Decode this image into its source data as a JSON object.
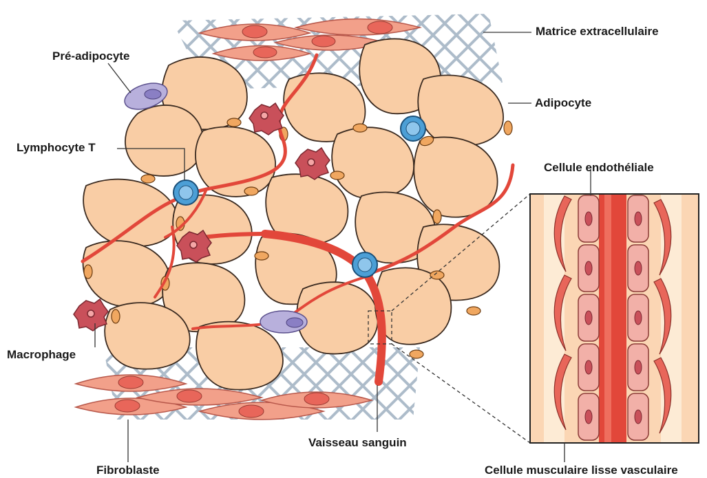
{
  "labels": {
    "matrix": "Matrice extracellulaire",
    "preadipocyte": "Pré-adipocyte",
    "adipocyte": "Adipocyte",
    "lymphocyte": "Lymphocyte T",
    "endothelial": "Cellule endothéliale",
    "macrophage": "Macrophage",
    "vessel": "Vaisseau sanguin",
    "fibroblast": "Fibroblaste",
    "smooth_muscle": "Cellule musculaire lisse vasculaire"
  },
  "colors": {
    "adipocyte_fill": "#f9cda5",
    "adipocyte_stroke": "#3a2a20",
    "nucleus": "#f0a760",
    "vessel": "#e2473a",
    "lymphocyte": "#4c9fd6",
    "preadipocyte": "#b8b0dc",
    "macrophage": "#c9505a",
    "fibroblast": "#f2a08a",
    "matrix": "#a4b4c4"
  }
}
